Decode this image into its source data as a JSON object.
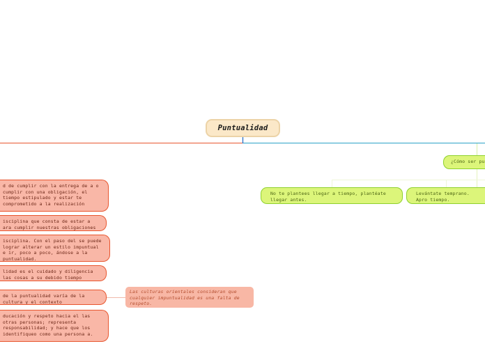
{
  "map": {
    "central_topic": "Puntualidad",
    "left_branch": [
      {
        "id": "r1",
        "text": "d de cumplir con la entrega de a o cumplir con una obligación, el tiempo estipulado y estar te comprometido a la realización"
      },
      {
        "id": "r2",
        "text": "isciplina que consta de estar a ara cumplir nuestras obligaciones"
      },
      {
        "id": "r3",
        "text": "isciplina. Con el paso del se puede lograr alterar un estilo impuntual e ir, poco a poco, ándose a la puntualidad."
      },
      {
        "id": "r4",
        "text": "lidad es el cuidado y diligencia las cosas a su debido tiempo"
      },
      {
        "id": "r5",
        "text": "de la puntualidad varía de la cultura y el contexto"
      },
      {
        "id": "r6",
        "text": "ducación y respeto hacia el las otras personas; representa responsabilidad; y hace que los identifiqueo como una persona a."
      }
    ],
    "note": "Las culturas orientales consideran que cualquier impuntualidad es una falta de respeto.",
    "right_branch": {
      "question": "¿Cómo ser pu",
      "tips": [
        "No te plantees llegar a tiempo, plantéate llegar antes.",
        "Levántate temprano. Apro tiempo."
      ]
    },
    "colors": {
      "left_branch_line": "#e8552e",
      "right_branch_line": "#2aa1c7",
      "red_fill": "#f9b7a7",
      "green_fill": "#dcf57a",
      "root_fill": "#fbe8c8"
    }
  }
}
